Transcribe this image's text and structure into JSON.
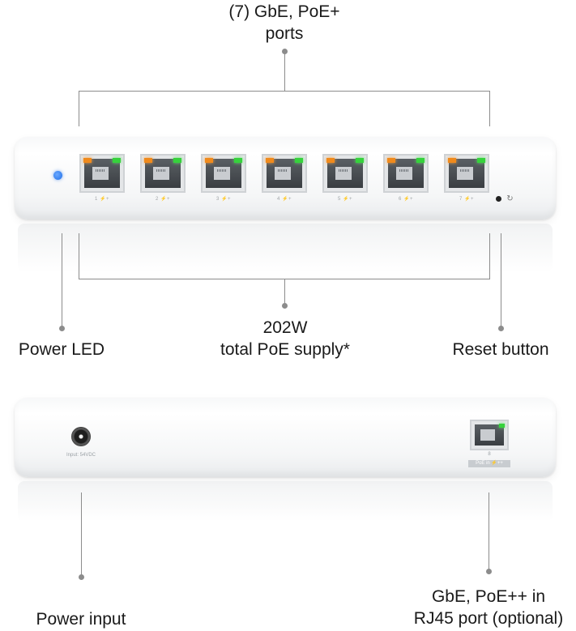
{
  "labels": {
    "top_line1": "(7) GbE, PoE+",
    "top_line2": "ports",
    "power_led": "Power LED",
    "poe_line1": "202W",
    "poe_line2": "total PoE supply*",
    "reset": "Reset button",
    "power_input": "Power input",
    "rear_line1": "GbE, PoE++ in",
    "rear_line2": "RJ45 port (optional)"
  },
  "front": {
    "ports": [
      "1",
      "2",
      "3",
      "4",
      "5",
      "6",
      "7"
    ],
    "port_suffix": "⚡+",
    "led_color": "#1f6fe8",
    "link_led_colors": [
      "#f08a1c",
      "#36d23c"
    ]
  },
  "rear": {
    "input_label": "Input: 54VDC",
    "port_number": "8",
    "port_tag": "PoE in ⚡++"
  },
  "icons": {
    "reset": "reset-icon",
    "power_led": "led-icon"
  }
}
